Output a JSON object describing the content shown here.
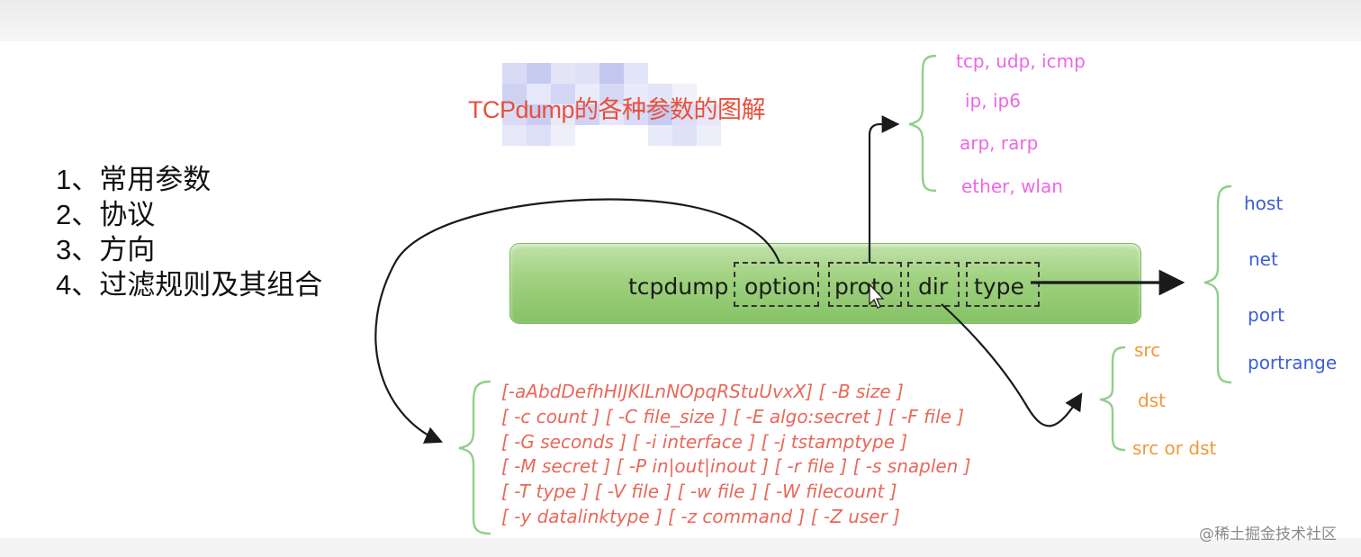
{
  "title": "TCPdump的各种参数的图解",
  "outline": [
    "1、常用参数",
    "2、协议",
    "3、方向",
    "4、过滤规则及其组合"
  ],
  "command": {
    "program": "tcpdump",
    "parts": [
      "option",
      "proto",
      "dir",
      "type"
    ]
  },
  "proto_values": [
    "tcp, udp, icmp",
    "ip, ip6",
    "arp, rarp",
    "ether, wlan"
  ],
  "type_values": [
    "host",
    "net",
    "port",
    "portrange"
  ],
  "dir_values": [
    "src",
    "dst",
    "src or dst"
  ],
  "option_lines": [
    "[-aAbdDefhHIJKlLnNOpqRStuUvxX] [ -B size ]",
    "[ -c count ] [ -C file_size ] [ -E algo:secret ] [ -F file ]",
    "[ -G seconds ] [ -i interface ] [ -j tstamptype ]",
    "[ -M secret ] [ -P in|out|inout ] [ -r file ] [ -s snaplen ]",
    "[ -T type ] [ -V file ] [ -w file ] [ -W filecount ]",
    "[ -y datalinktype ] [ -z command ] [ -Z user ]"
  ],
  "watermark": "@稀土掘金技术社区",
  "colors": {
    "title": "#e8503c",
    "proto": "#ee66e6",
    "type": "#3b5ed8",
    "dir": "#ee9a3a",
    "options": "#e8685a",
    "bar": "#9fd17e",
    "brace": "#8fcf8a"
  }
}
